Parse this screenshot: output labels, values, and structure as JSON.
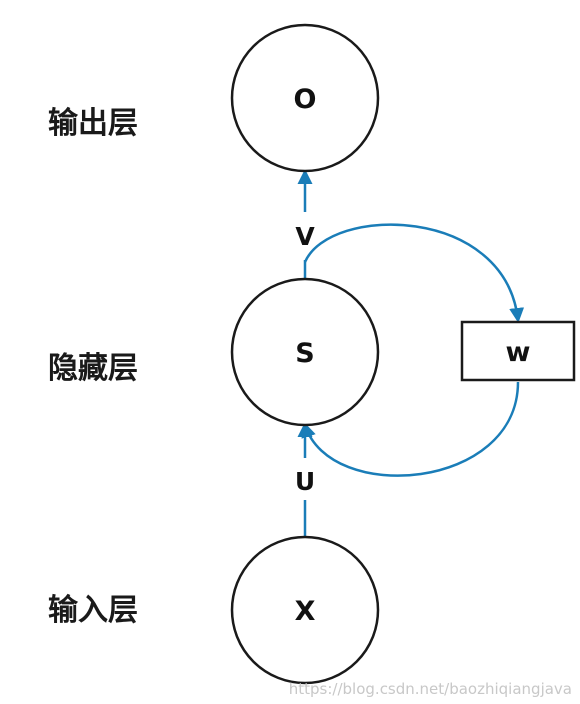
{
  "layers": {
    "output": "输出层",
    "hidden": "隐藏层",
    "input": "输入层"
  },
  "nodes": {
    "output": "O",
    "hidden": "S",
    "input": "X",
    "weight": "w"
  },
  "edges": {
    "hidden_to_output": "V",
    "input_to_hidden": "U"
  },
  "watermark": "https://blog.csdn.net/baozhiqiangjava",
  "colors": {
    "arrow": "#1a7db8",
    "node_stroke": "#1a1a1a",
    "text": "#111111"
  }
}
